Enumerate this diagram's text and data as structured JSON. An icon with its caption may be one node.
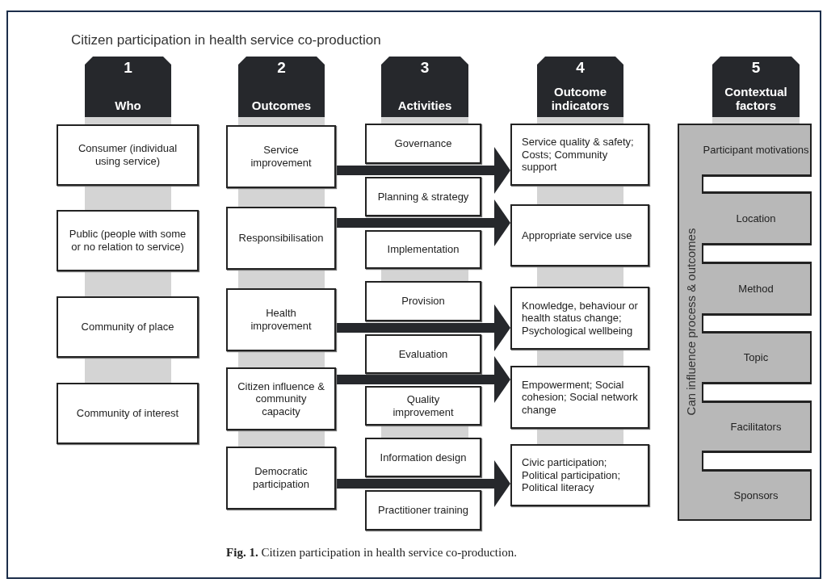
{
  "diagram": {
    "title": "Citizen participation in health service co-production",
    "caption": "**Fig. 1.**  Citizen participation in health service co-production.",
    "nodes": [
      {
        "text": [
          "1",
          "Who"
        ]
      },
      {
        "text": [
          "2",
          "Outcomes"
        ]
      },
      {
        "text": [
          "3",
          "Activities"
        ]
      },
      {
        "text": [
          "4",
          "Outcome indicators"
        ]
      },
      {
        "text": [
          "5",
          "Contextual factors"
        ]
      },
      {
        "text": [
          "Consumer (individual using service)"
        ]
      },
      {
        "text": [
          "Public (people with some or no relation to service)"
        ]
      },
      {
        "text": [
          "Community of place"
        ]
      },
      {
        "text": [
          "Community of interest"
        ]
      },
      {
        "text": [
          "Service improvement"
        ]
      },
      {
        "text": [
          "Responsibilisation"
        ]
      },
      {
        "text": [
          "Health improvement"
        ]
      },
      {
        "text": [
          "Citizen influence & community capacity"
        ]
      },
      {
        "text": [
          "Democratic participation"
        ]
      },
      {
        "text": [
          "Governance"
        ]
      },
      {
        "text": [
          "Planning & strategy"
        ]
      },
      {
        "text": [
          "Implementation"
        ]
      },
      {
        "text": [
          "Provision"
        ]
      },
      {
        "text": [
          "Evaluation"
        ]
      },
      {
        "text": [
          "Quality improvement"
        ]
      },
      {
        "text": [
          "Information design"
        ]
      },
      {
        "text": [
          "Practitioner training"
        ]
      },
      {
        "text": [
          "Service quality & safety; Costs; Community support"
        ]
      },
      {
        "text": [
          "Appropriate service use"
        ]
      },
      {
        "text": [
          "Knowledge, behaviour or health status change; Psychological wellbeing"
        ]
      },
      {
        "text": [
          "Empowerment; Social cohesion; Social network change"
        ]
      },
      {
        "text": [
          "Civic participation; Political participation; Political literacy"
        ]
      },
      {
        "text": [
          "Can influence process & outcomes"
        ]
      },
      {
        "text": [
          "Participant motivations"
        ],
        "in": 27
      },
      {
        "text": [
          "Location"
        ],
        "in": 27
      },
      {
        "text": [
          "Method"
        ],
        "in": 27
      },
      {
        "text": [
          "Topic"
        ],
        "in": 27
      },
      {
        "text": [
          "Facilitators"
        ],
        "in": 27
      },
      {
        "text": [
          "Sponsors"
        ],
        "in": 27
      }
    ],
    "edges": [
      {
        "from": 9,
        "to": 22,
        "arrow": "to"
      },
      {
        "from": 10,
        "to": 23,
        "arrow": "to"
      },
      {
        "from": 11,
        "to": 24,
        "arrow": "to"
      },
      {
        "from": 12,
        "to": 25,
        "arrow": "to"
      },
      {
        "from": 13,
        "to": 26,
        "arrow": "to"
      }
    ]
  }
}
